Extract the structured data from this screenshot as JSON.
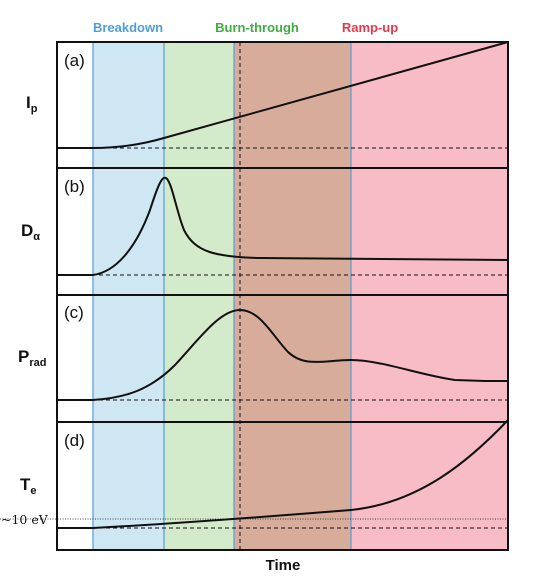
{
  "phases": [
    {
      "label": "Breakdown",
      "color": "#4f9fd6",
      "fill": "#cfe6f3"
    },
    {
      "label": "Burn-through",
      "color": "#3fad3f",
      "fill": "#d4ebcb"
    },
    {
      "label": "Ramp-up",
      "color": "#e8374d",
      "fill": "#f7bcc6"
    }
  ],
  "overlap_fill": "#d8ac9b",
  "x_label": "Time",
  "panels": [
    {
      "letter": "(a)",
      "quantity": "I",
      "subscript": "p"
    },
    {
      "letter": "(b)",
      "quantity": "D",
      "subscript": "α"
    },
    {
      "letter": "(c)",
      "quantity": "P",
      "subscript": "rad"
    },
    {
      "letter": "(d)",
      "quantity": "T",
      "subscript": "e"
    }
  ],
  "annotation": "~10 eV"
}
